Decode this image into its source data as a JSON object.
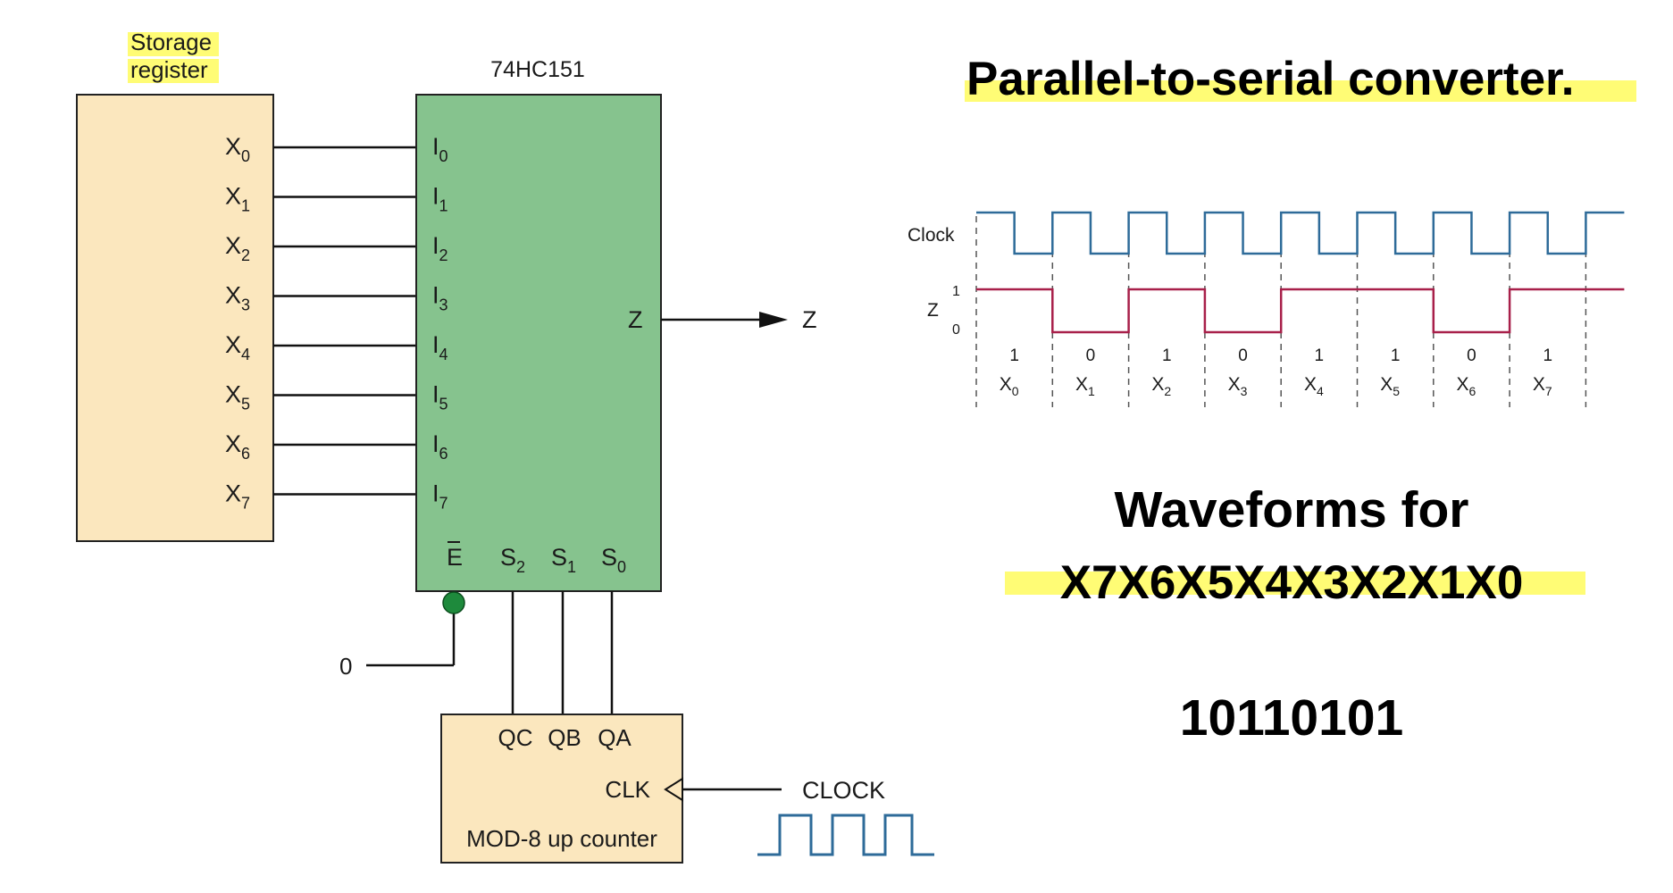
{
  "storage_register": {
    "label_line1": "Storage",
    "label_line2": "register",
    "outputs": [
      {
        "base": "X",
        "sub": "0"
      },
      {
        "base": "X",
        "sub": "1"
      },
      {
        "base": "X",
        "sub": "2"
      },
      {
        "base": "X",
        "sub": "3"
      },
      {
        "base": "X",
        "sub": "4"
      },
      {
        "base": "X",
        "sub": "5"
      },
      {
        "base": "X",
        "sub": "6"
      },
      {
        "base": "X",
        "sub": "7"
      }
    ]
  },
  "mux": {
    "name": "74HC151",
    "inputs": [
      {
        "base": "I",
        "sub": "0"
      },
      {
        "base": "I",
        "sub": "1"
      },
      {
        "base": "I",
        "sub": "2"
      },
      {
        "base": "I",
        "sub": "3"
      },
      {
        "base": "I",
        "sub": "4"
      },
      {
        "base": "I",
        "sub": "5"
      },
      {
        "base": "I",
        "sub": "6"
      },
      {
        "base": "I",
        "sub": "7"
      }
    ],
    "output_label": "Z",
    "output_signal": "Z",
    "enable_label": "E",
    "enable_input_value": "0",
    "selects": [
      {
        "base": "S",
        "sub": "2"
      },
      {
        "base": "S",
        "sub": "1"
      },
      {
        "base": "S",
        "sub": "0"
      }
    ]
  },
  "counter": {
    "outputs": [
      "QC",
      "QB",
      "QA"
    ],
    "clk_label": "CLK",
    "name": "MOD-8 up counter",
    "clock_input_label": "CLOCK"
  },
  "title": "Parallel-to-serial converter.",
  "waveform": {
    "clock_label": "Clock",
    "z_label": "Z",
    "level_high": "1",
    "level_low": "0",
    "bits": [
      "1",
      "0",
      "1",
      "0",
      "1",
      "1",
      "0",
      "1"
    ],
    "bit_names": [
      {
        "base": "X",
        "sub": "0"
      },
      {
        "base": "X",
        "sub": "1"
      },
      {
        "base": "X",
        "sub": "2"
      },
      {
        "base": "X",
        "sub": "3"
      },
      {
        "base": "X",
        "sub": "4"
      },
      {
        "base": "X",
        "sub": "5"
      },
      {
        "base": "X",
        "sub": "6"
      },
      {
        "base": "X",
        "sub": "7"
      }
    ],
    "clock_color": "#2e6b99",
    "z_color": "#a8204a"
  },
  "caption_line1": "Waveforms for",
  "caption_line2": "X7X6X5X4X3X2X1X0",
  "data_word": "10110101",
  "colors": {
    "register_fill": "#fbe7be",
    "mux_fill": "#86c38e",
    "counter_fill": "#fbe7be",
    "highlight": "#fffb52",
    "bubble": "#1e8a3c"
  }
}
